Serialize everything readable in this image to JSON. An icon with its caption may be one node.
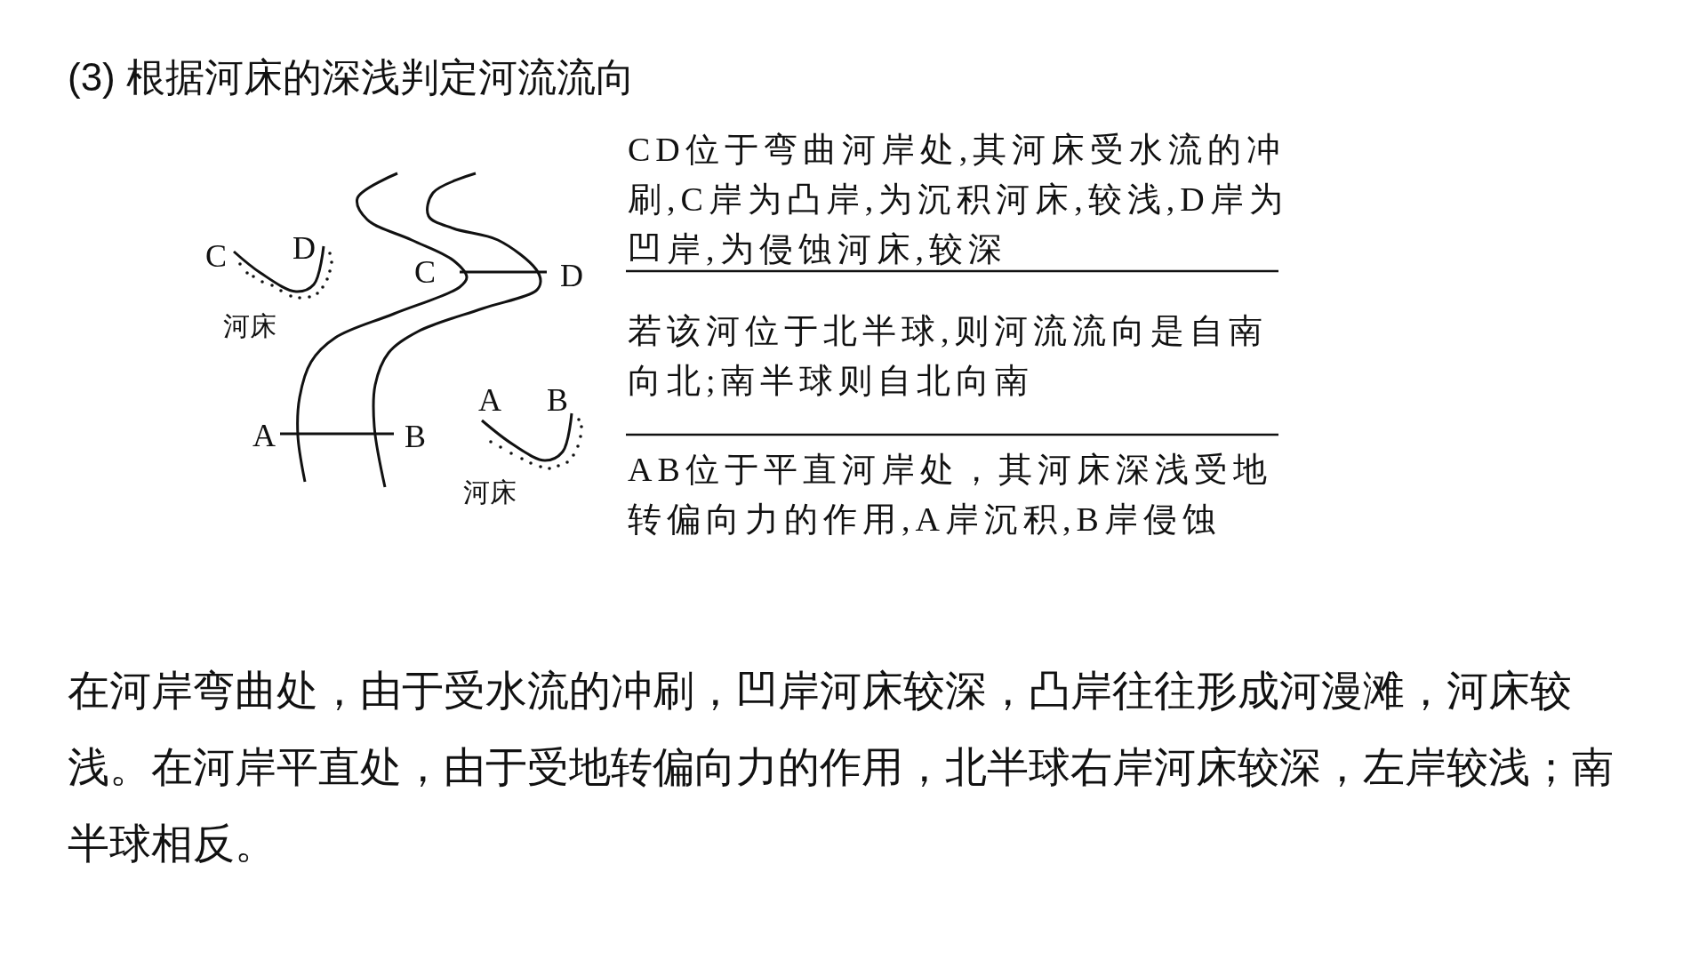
{
  "diagram": {
    "title": "(3) 根据河床的深浅判定河流流向",
    "labels": [
      "C",
      "D",
      "C",
      "D",
      "河床",
      "A",
      "B",
      "A",
      "B",
      "河床",
      "CD位于弯曲河岸处,其河床受水流的冲刷,C岸为凸岸,为沉积河床,较浅,D岸为凹岸,为侵蚀河床,较深",
      "若该河位于北半球,则河流流向是自南向北;南半球则自北向南",
      "AB位于平直河岸处，其河床深浅受地转偏向力的作用,A岸沉积,B岸侵蚀"
    ],
    "caption": "在河岸弯曲处，由于受水流的冲刷，凹岸河床较深，凸岸往往形成河漫滩，河床较浅。在河岸平直处，由于受地转偏向力的作用，北半球右岸河床较深，左岸较浅；南半球相反。"
  }
}
